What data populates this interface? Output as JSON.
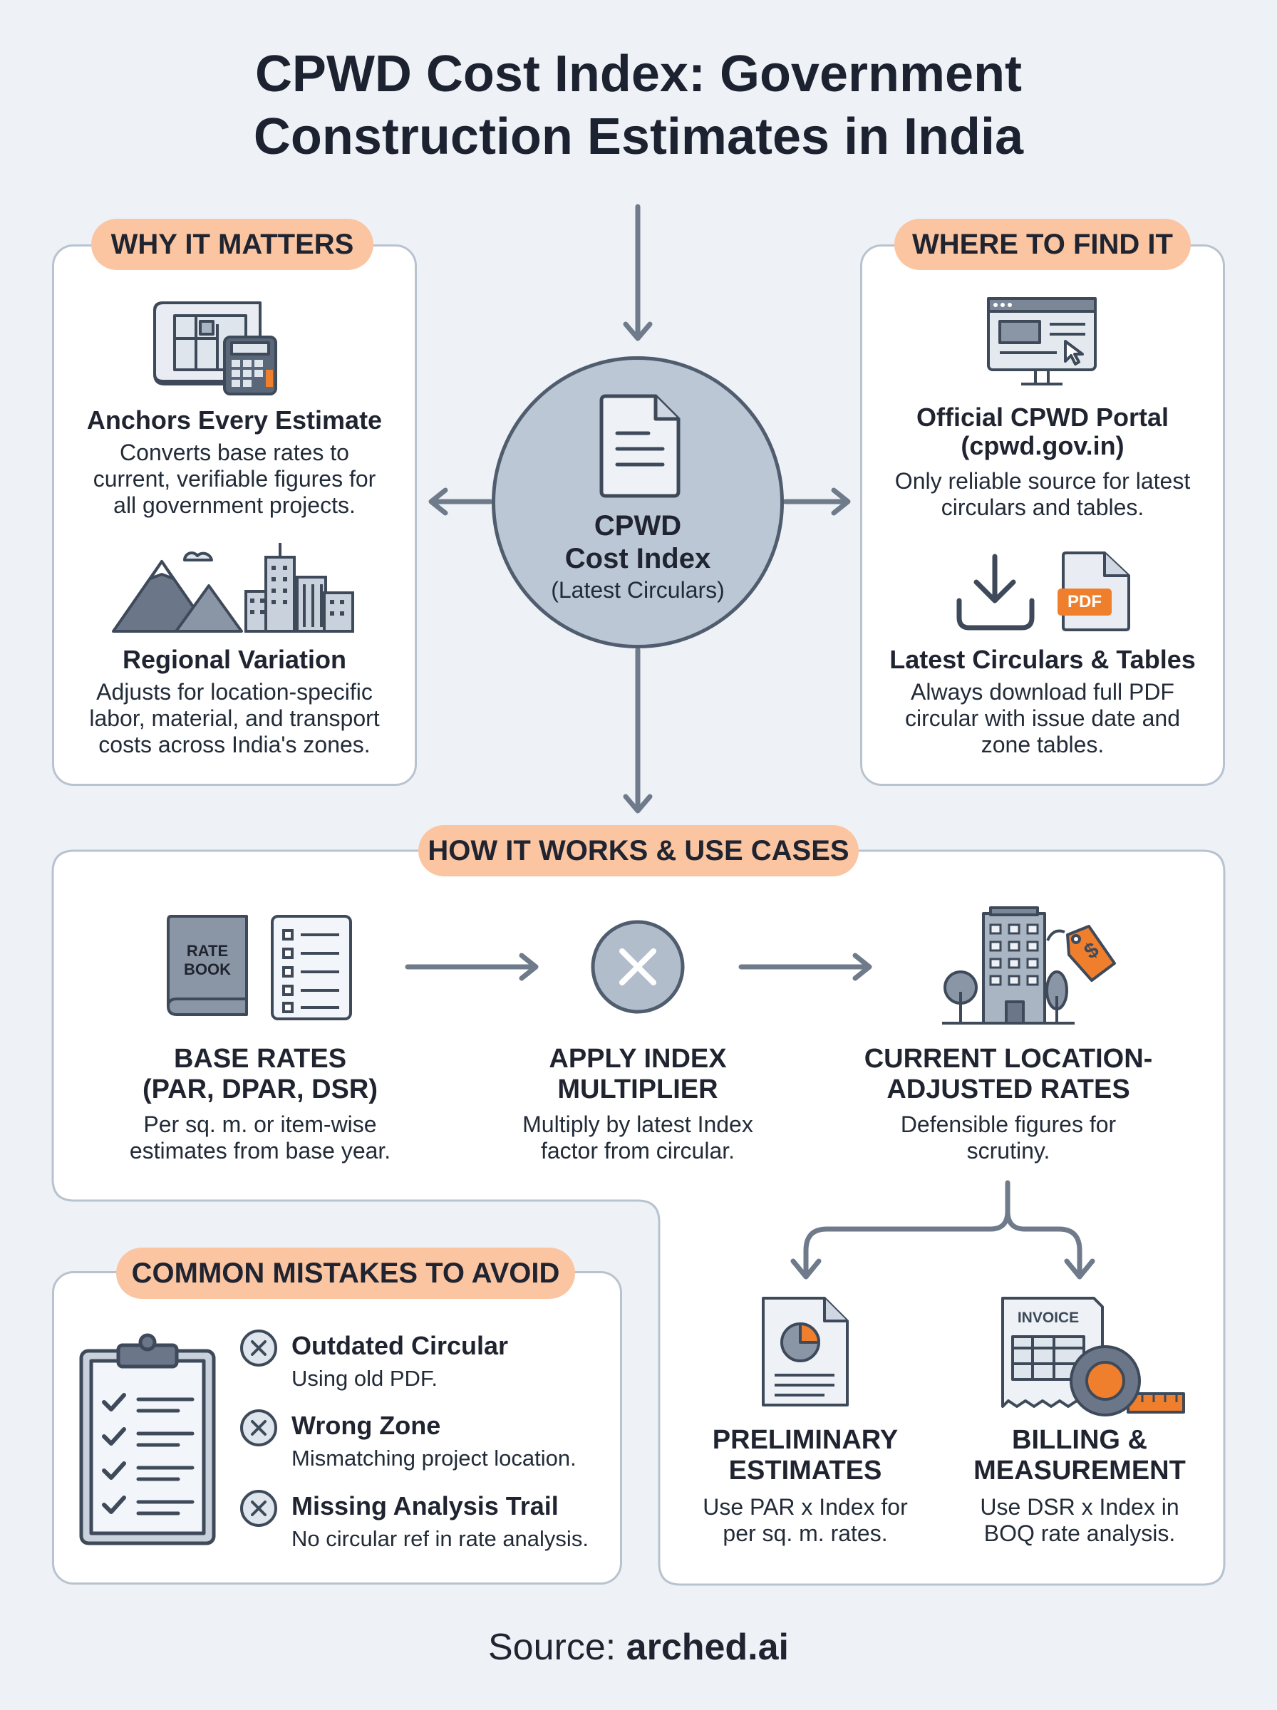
{
  "title": {
    "line1": "CPWD Cost Index: Government",
    "line2": "Construction Estimates in India"
  },
  "center": {
    "line1": "CPWD",
    "line2": "Cost Index",
    "sub": "(Latest Circulars)"
  },
  "why": {
    "pill": "WHY IT MATTERS",
    "items": [
      {
        "icon": "blueprint-calculator-icon",
        "heading": "Anchors Every Estimate",
        "lines": [
          "Converts base rates to",
          "current, verifiable figures for",
          "all government projects."
        ]
      },
      {
        "icon": "mountain-city-icon",
        "heading": "Regional Variation",
        "lines": [
          "Adjusts for location-specific",
          "labor, material, and transport",
          "costs across India's zones."
        ]
      }
    ]
  },
  "where": {
    "pill": "WHERE TO FIND IT",
    "items": [
      {
        "icon": "monitor-portal-icon",
        "heading_lines": [
          "Official CPWD Portal",
          "(cpwd.gov.in)"
        ],
        "lines": [
          "Only reliable source for latest",
          "circulars and tables."
        ]
      },
      {
        "icon": "download-pdf-icon",
        "heading_lines": [
          "Latest Circulars & Tables"
        ],
        "pdf_label": "PDF",
        "lines": [
          "Always download full PDF",
          "circular with issue date and",
          "zone tables."
        ]
      }
    ]
  },
  "how": {
    "pill": "HOW IT WORKS & USE CASES",
    "steps": [
      {
        "icon": "rate-book-icon",
        "book_label": [
          "RATE",
          "BOOK"
        ],
        "heading_lines": [
          "BASE RATES",
          "(PAR, DPAR, DSR)"
        ],
        "lines": [
          "Per sq. m. or item-wise",
          "estimates from base year."
        ]
      },
      {
        "icon": "multiply-icon",
        "heading_lines": [
          "APPLY INDEX",
          "MULTIPLIER"
        ],
        "lines": [
          "Multiply by latest Index",
          "factor from circular."
        ]
      },
      {
        "icon": "building-price-tag-icon",
        "tag_symbol": "$",
        "heading_lines": [
          "CURRENT LOCATION-",
          "ADJUSTED RATES"
        ],
        "lines": [
          "Defensible figures for",
          "scrutiny."
        ]
      }
    ],
    "uses": [
      {
        "icon": "pie-report-icon",
        "heading_lines": [
          "PRELIMINARY",
          "ESTIMATES"
        ],
        "lines": [
          "Use PAR x Index for",
          "per sq. m. rates."
        ]
      },
      {
        "icon": "invoice-tape-icon",
        "invoice_label": "INVOICE",
        "heading_lines": [
          "BILLING &",
          "MEASUREMENT"
        ],
        "lines": [
          "Use DSR x Index in",
          "BOQ rate analysis."
        ]
      }
    ]
  },
  "mistakes": {
    "pill": "COMMON MISTAKES TO AVOID",
    "items": [
      {
        "heading": "Outdated Circular",
        "desc": "Using old PDF."
      },
      {
        "heading": "Wrong Zone",
        "desc": "Mismatching project location."
      },
      {
        "heading": "Missing Analysis Trail",
        "desc": "No circular ref in rate analysis."
      }
    ]
  },
  "source": {
    "prefix": "Source: ",
    "brand": "arched.ai"
  },
  "colors": {
    "accent": "#fbc5a2",
    "orange": "#f07f2d",
    "slate": "#505d6e",
    "line": "#7b8796"
  }
}
